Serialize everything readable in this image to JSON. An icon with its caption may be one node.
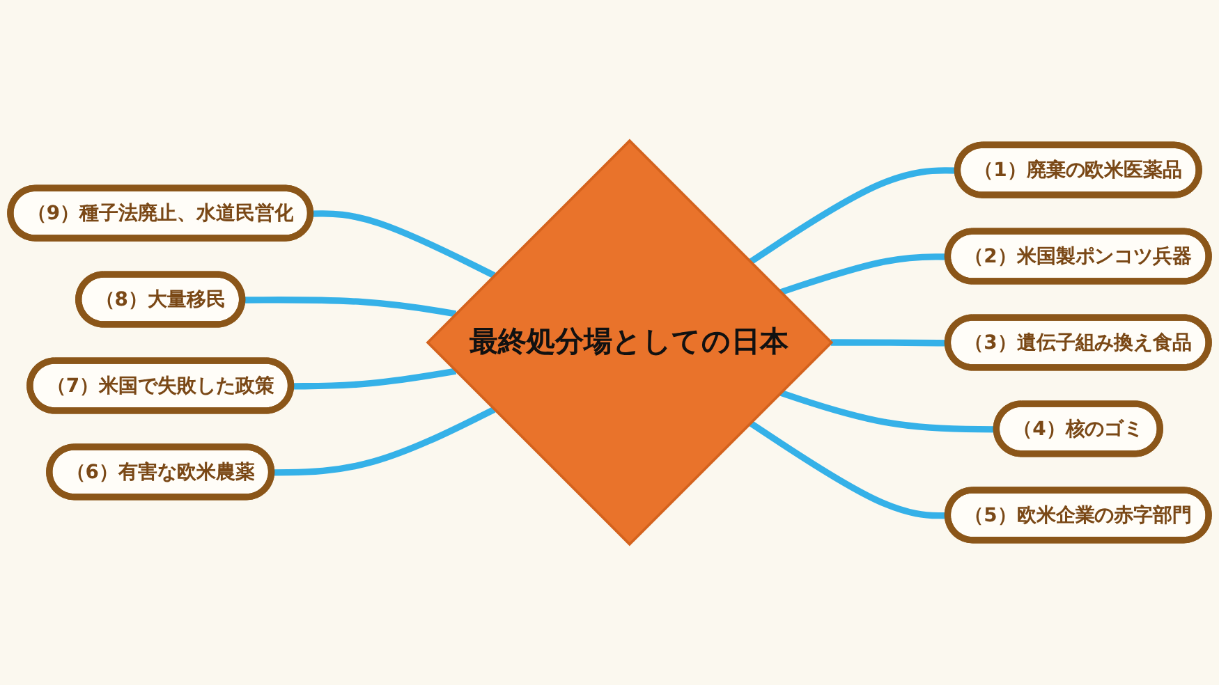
{
  "diagram": {
    "nodes": [
      {
        "text": [
          "最終処分場としての日本"
        ]
      },
      {
        "text": [
          "（1）廃棄の欧米医薬品"
        ]
      },
      {
        "text": [
          "（2）米国製ポンコツ兵器"
        ]
      },
      {
        "text": [
          "（3）遺伝子組み換え食品"
        ]
      },
      {
        "text": [
          "（4）核のゴミ"
        ]
      },
      {
        "text": [
          "（5）欧米企業の赤字部門"
        ]
      },
      {
        "text": [
          "（6）有害な欧米農薬"
        ]
      },
      {
        "text": [
          "（7）米国で失敗した政策"
        ]
      },
      {
        "text": [
          "（8）大量移民"
        ]
      },
      {
        "text": [
          "（9）種子法廃止、水道民営化"
        ]
      }
    ],
    "edges": [
      {
        "from": 0,
        "to": 1,
        "arrow": "none"
      },
      {
        "from": 0,
        "to": 2,
        "arrow": "none"
      },
      {
        "from": 0,
        "to": 3,
        "arrow": "none"
      },
      {
        "from": 0,
        "to": 4,
        "arrow": "none"
      },
      {
        "from": 0,
        "to": 5,
        "arrow": "none"
      },
      {
        "from": 9,
        "to": 0,
        "arrow": "none"
      },
      {
        "from": 8,
        "to": 0,
        "arrow": "none"
      },
      {
        "from": 7,
        "to": 0,
        "arrow": "none"
      },
      {
        "from": 6,
        "to": 0,
        "arrow": "none"
      }
    ]
  }
}
